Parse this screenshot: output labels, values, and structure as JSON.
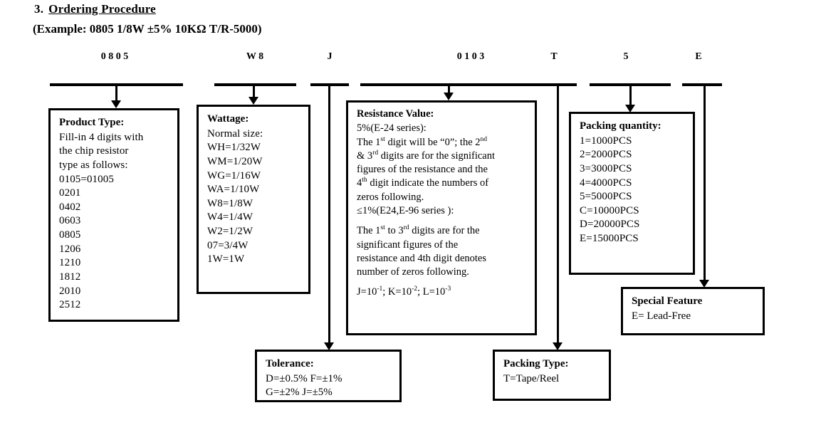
{
  "heading": {
    "number": "3.",
    "title": "Ordering Procedure",
    "example": "(Example: 0805 1/8W ±5% 10KΩ T/R-5000)"
  },
  "code_row": {
    "groups": [
      {
        "name": "product-type",
        "chars": [
          "0",
          "8",
          "0",
          "5"
        ]
      },
      {
        "name": "wattage",
        "chars": [
          "W",
          "8"
        ]
      },
      {
        "name": "tolerance",
        "chars": [
          "J"
        ]
      },
      {
        "name": "resistance",
        "chars": [
          "0",
          "1",
          "0",
          "3"
        ]
      },
      {
        "name": "packing-type",
        "chars": [
          "T"
        ]
      },
      {
        "name": "packing-quantity",
        "chars": [
          "5"
        ]
      },
      {
        "name": "special-feature",
        "chars": [
          "E"
        ]
      }
    ],
    "text": {
      "product_type": "0   8   0   5",
      "wattage": "W   8",
      "tolerance": "J",
      "resistance": "0   1   0   3",
      "packing_type": "T",
      "packing_quantity": "5",
      "special_feature": "E"
    }
  },
  "boxes": {
    "product_type": {
      "header": "Product Type:",
      "lines": [
        "Fill-in 4 digits with",
        "the chip resistor",
        "type as follows:",
        "0105=01005",
        "0201",
        "0402",
        "0603",
        "0805",
        "1206",
        "1210",
        "1812",
        "2010",
        "2512"
      ]
    },
    "wattage": {
      "header": "Wattage:",
      "lines": [
        "Normal size:",
        "WH=1/32W",
        "WM=1/20W",
        "WG=1/16W",
        "WA=1/10W",
        "W8=1/8W",
        "W4=1/4W",
        "W2=1/2W",
        "07=3/4W",
        "1W=1W"
      ]
    },
    "resistance": {
      "header": "Resistance Value:",
      "series_5pct": "5%(E-24 series):",
      "p1_a": "The 1",
      "p1_a_sup": "st",
      "p1_b": " digit will be “0”; the 2",
      "p1_b_sup": "nd",
      "p2_a": "& 3",
      "p2_a_sup": "rd",
      "p2_b": " digits are for the significant",
      "p3": "figures of the resistance and the",
      "p4_a": "4",
      "p4_a_sup": "th",
      "p4_b": " digit indicate the numbers of",
      "p5": "zeros following.",
      "series_1pct": "≤1%(E24,E-96 series ):",
      "q1_a": "The 1",
      "q1_a_sup": "st",
      "q1_b": " to 3",
      "q1_c_sup": "rd",
      "q1_d": " digits are for the",
      "q2": "significant figures of the",
      "q3": "resistance and 4th digit denotes",
      "q4": "number of zeros following.",
      "mult_j": "J=10",
      "mult_j_sup": "-1",
      "mult_k": "; K=10",
      "mult_k_sup": "-2",
      "mult_l": "; L=10",
      "mult_l_sup": "-3"
    },
    "packing_quantity": {
      "header": "Packing quantity:",
      "lines": [
        "1=1000PCS",
        "2=2000PCS",
        "3=3000PCS",
        "4=4000PCS",
        "5=5000PCS",
        "C=10000PCS",
        "D=20000PCS",
        "E=15000PCS"
      ]
    },
    "special_feature": {
      "header": "Special Feature",
      "lines": [
        "E= Lead-Free"
      ]
    },
    "tolerance": {
      "header": "Tolerance:",
      "lines": [
        "D=±0.5%  F=±1%",
        "G=±2%   J=±5%"
      ]
    },
    "packing_type": {
      "header": "Packing Type:",
      "lines": [
        "T=Tape/Reel"
      ]
    }
  },
  "colors": {
    "ink": "#000000",
    "paper": "#ffffff"
  }
}
